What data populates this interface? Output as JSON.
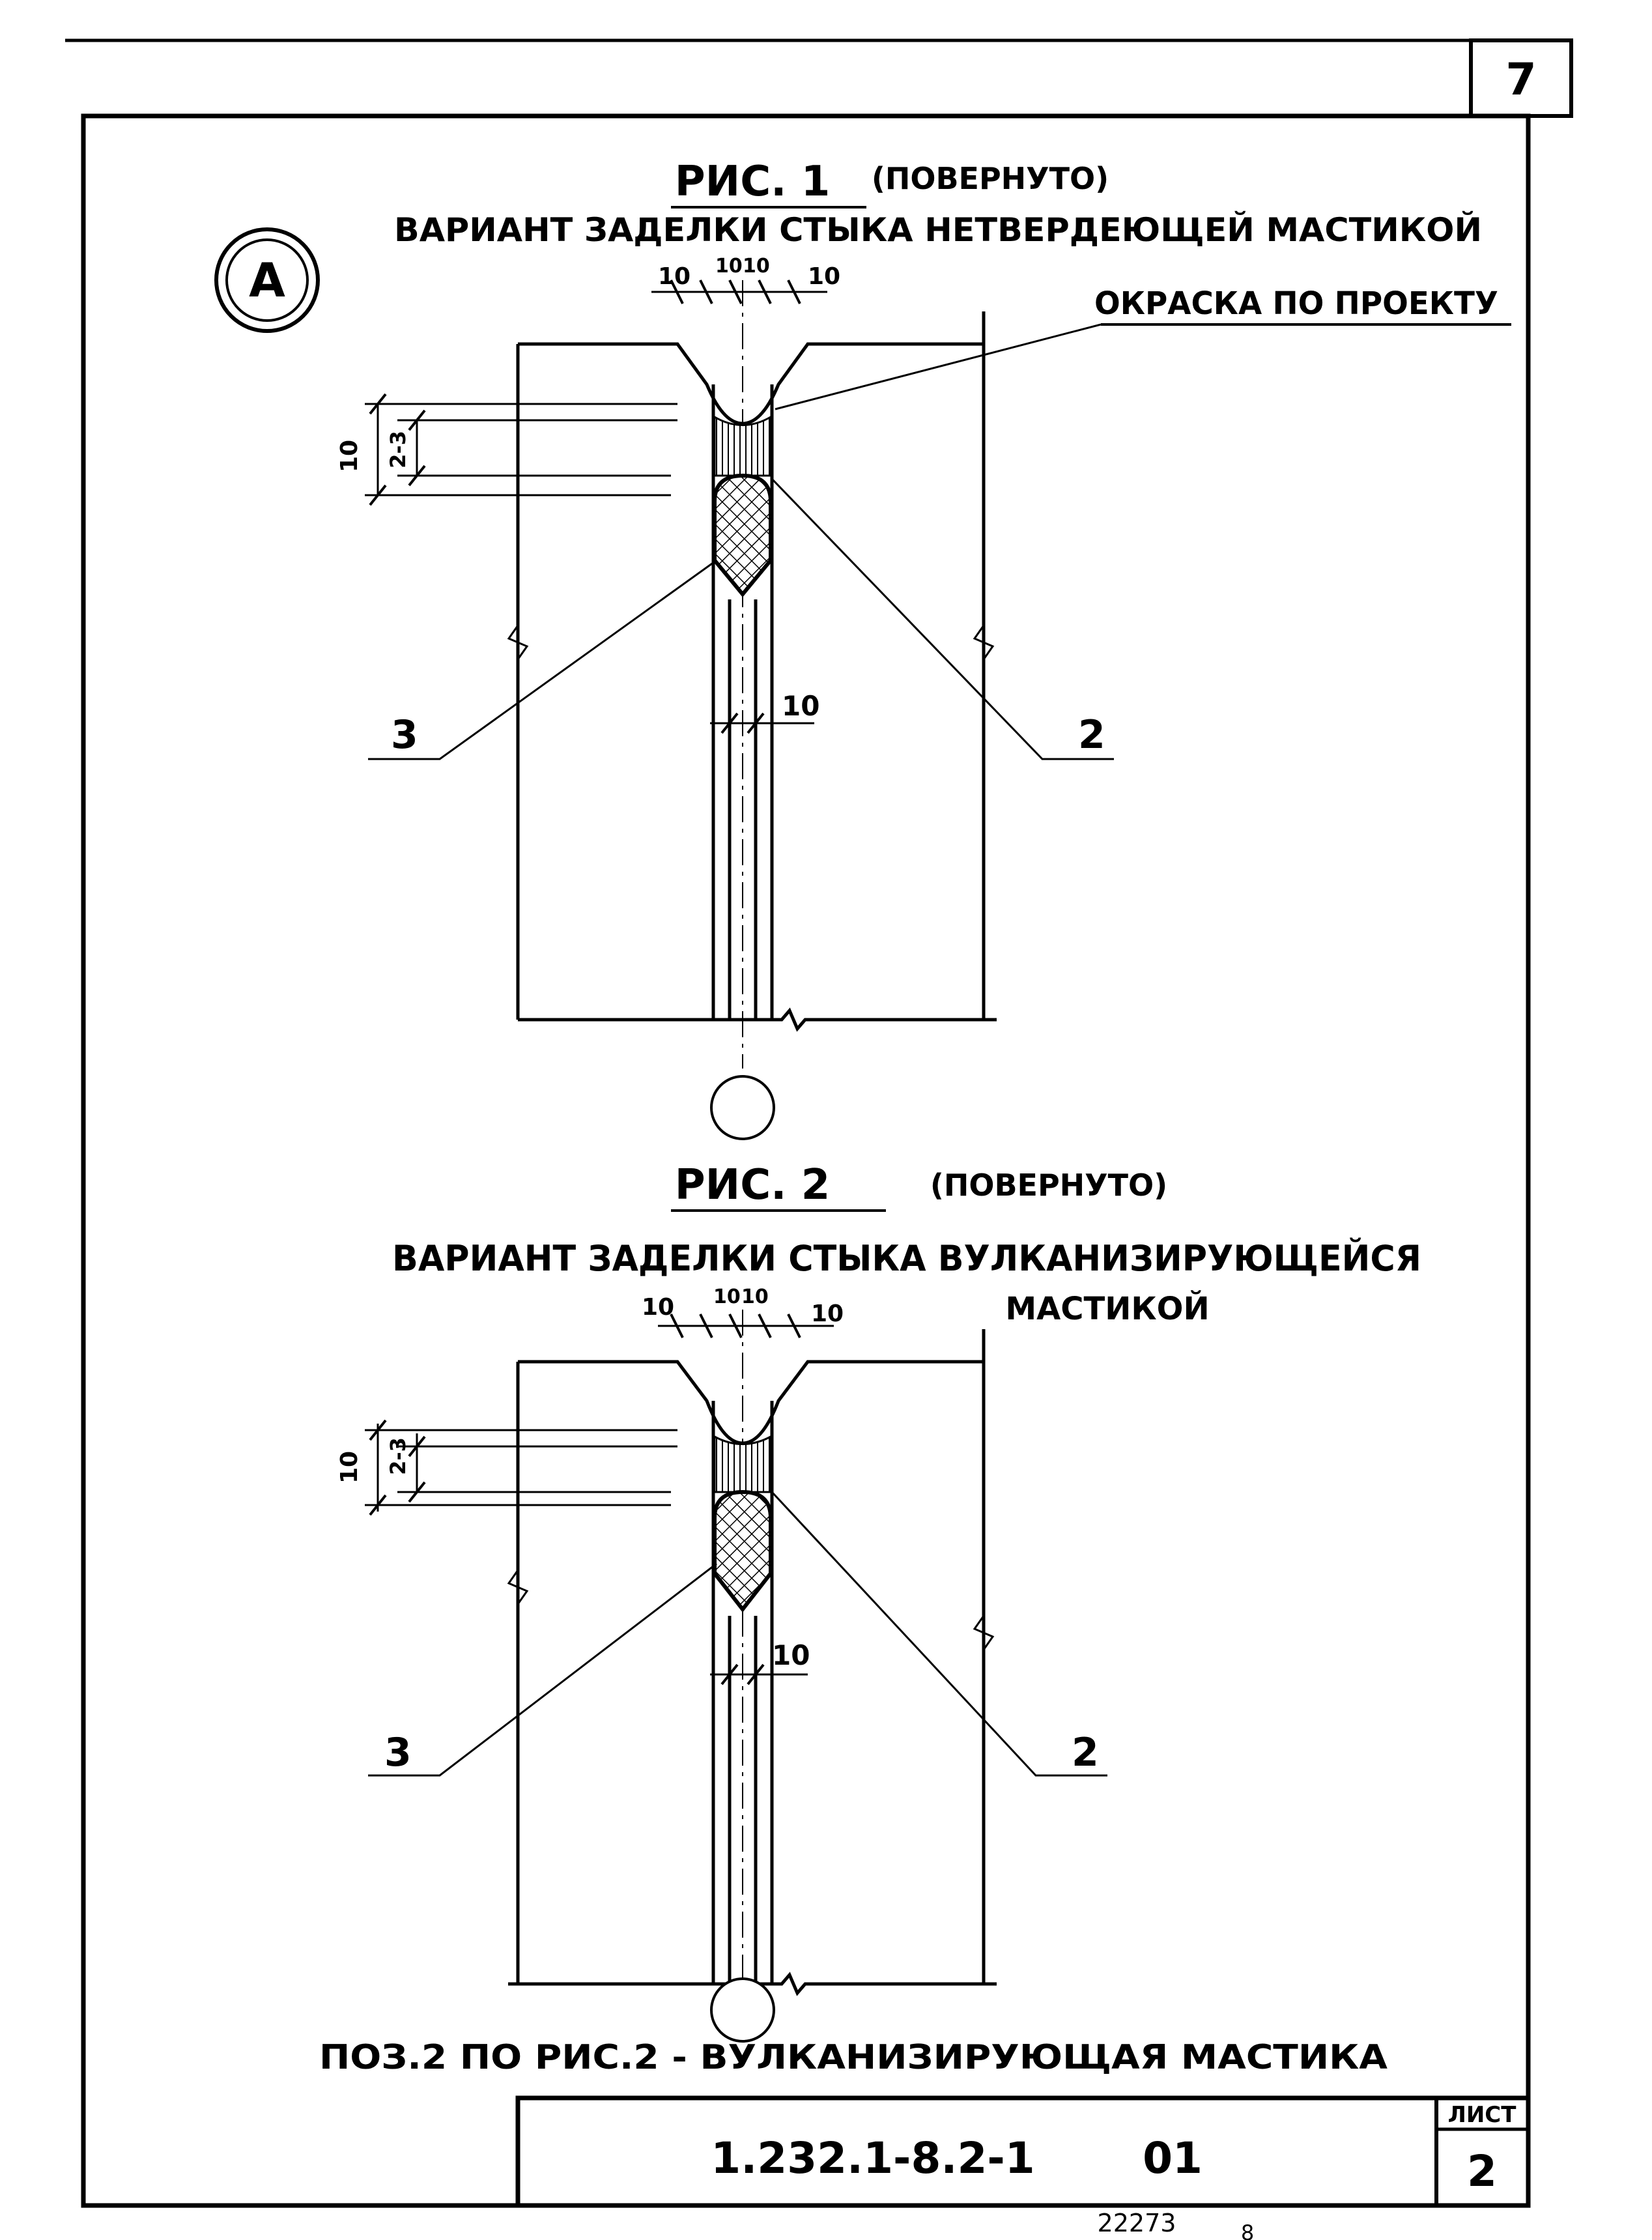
{
  "sheet_corner_number": "7",
  "circle_marker": "A",
  "fig1": {
    "title": "РИС. 1",
    "title_note": "(ПОВЕРНУТО)",
    "subtitle": "ВАРИАНТ ЗАДЕЛКИ СТЫКА НЕТВЕРДЕЮЩЕЙ МАСТИКОЙ",
    "callout": "ОКРАСКА ПО ПРОЕКТУ",
    "dims": {
      "top_left": "10",
      "top_mid_a": "10",
      "top_mid_b": "10",
      "top_right": "10",
      "side_total": "10",
      "side_part": "2-3",
      "joint_width": "10"
    },
    "pos_left": "3",
    "pos_right": "2"
  },
  "fig2": {
    "title": "РИС. 2",
    "title_note": "(ПОВЕРНУТО)",
    "subtitle": "ВАРИАНТ ЗАДЕЛКИ СТЫКА ВУЛКАНИЗИРУЮЩЕЙСЯ",
    "subtitle_line2": "МАСТИКОЙ",
    "dims": {
      "top_left": "10",
      "top_mid_a": "10",
      "top_mid_b": "10",
      "top_right": "10",
      "side_total": "10",
      "side_part": "2-3",
      "joint_width": "10"
    },
    "pos_left": "3",
    "pos_right": "2"
  },
  "note": "ПОЗ.2 ПО РИС.2 - ВУЛКАНИЗИРУЮЩАЯ МАСТИКА",
  "title_block": {
    "doc_code": "1.232.1-8.2-1",
    "doc_suffix": "01",
    "sheet_label": "ЛИСТ",
    "sheet_number": "2"
  },
  "footer": {
    "archive_number": "22273",
    "page_mark": "8"
  }
}
